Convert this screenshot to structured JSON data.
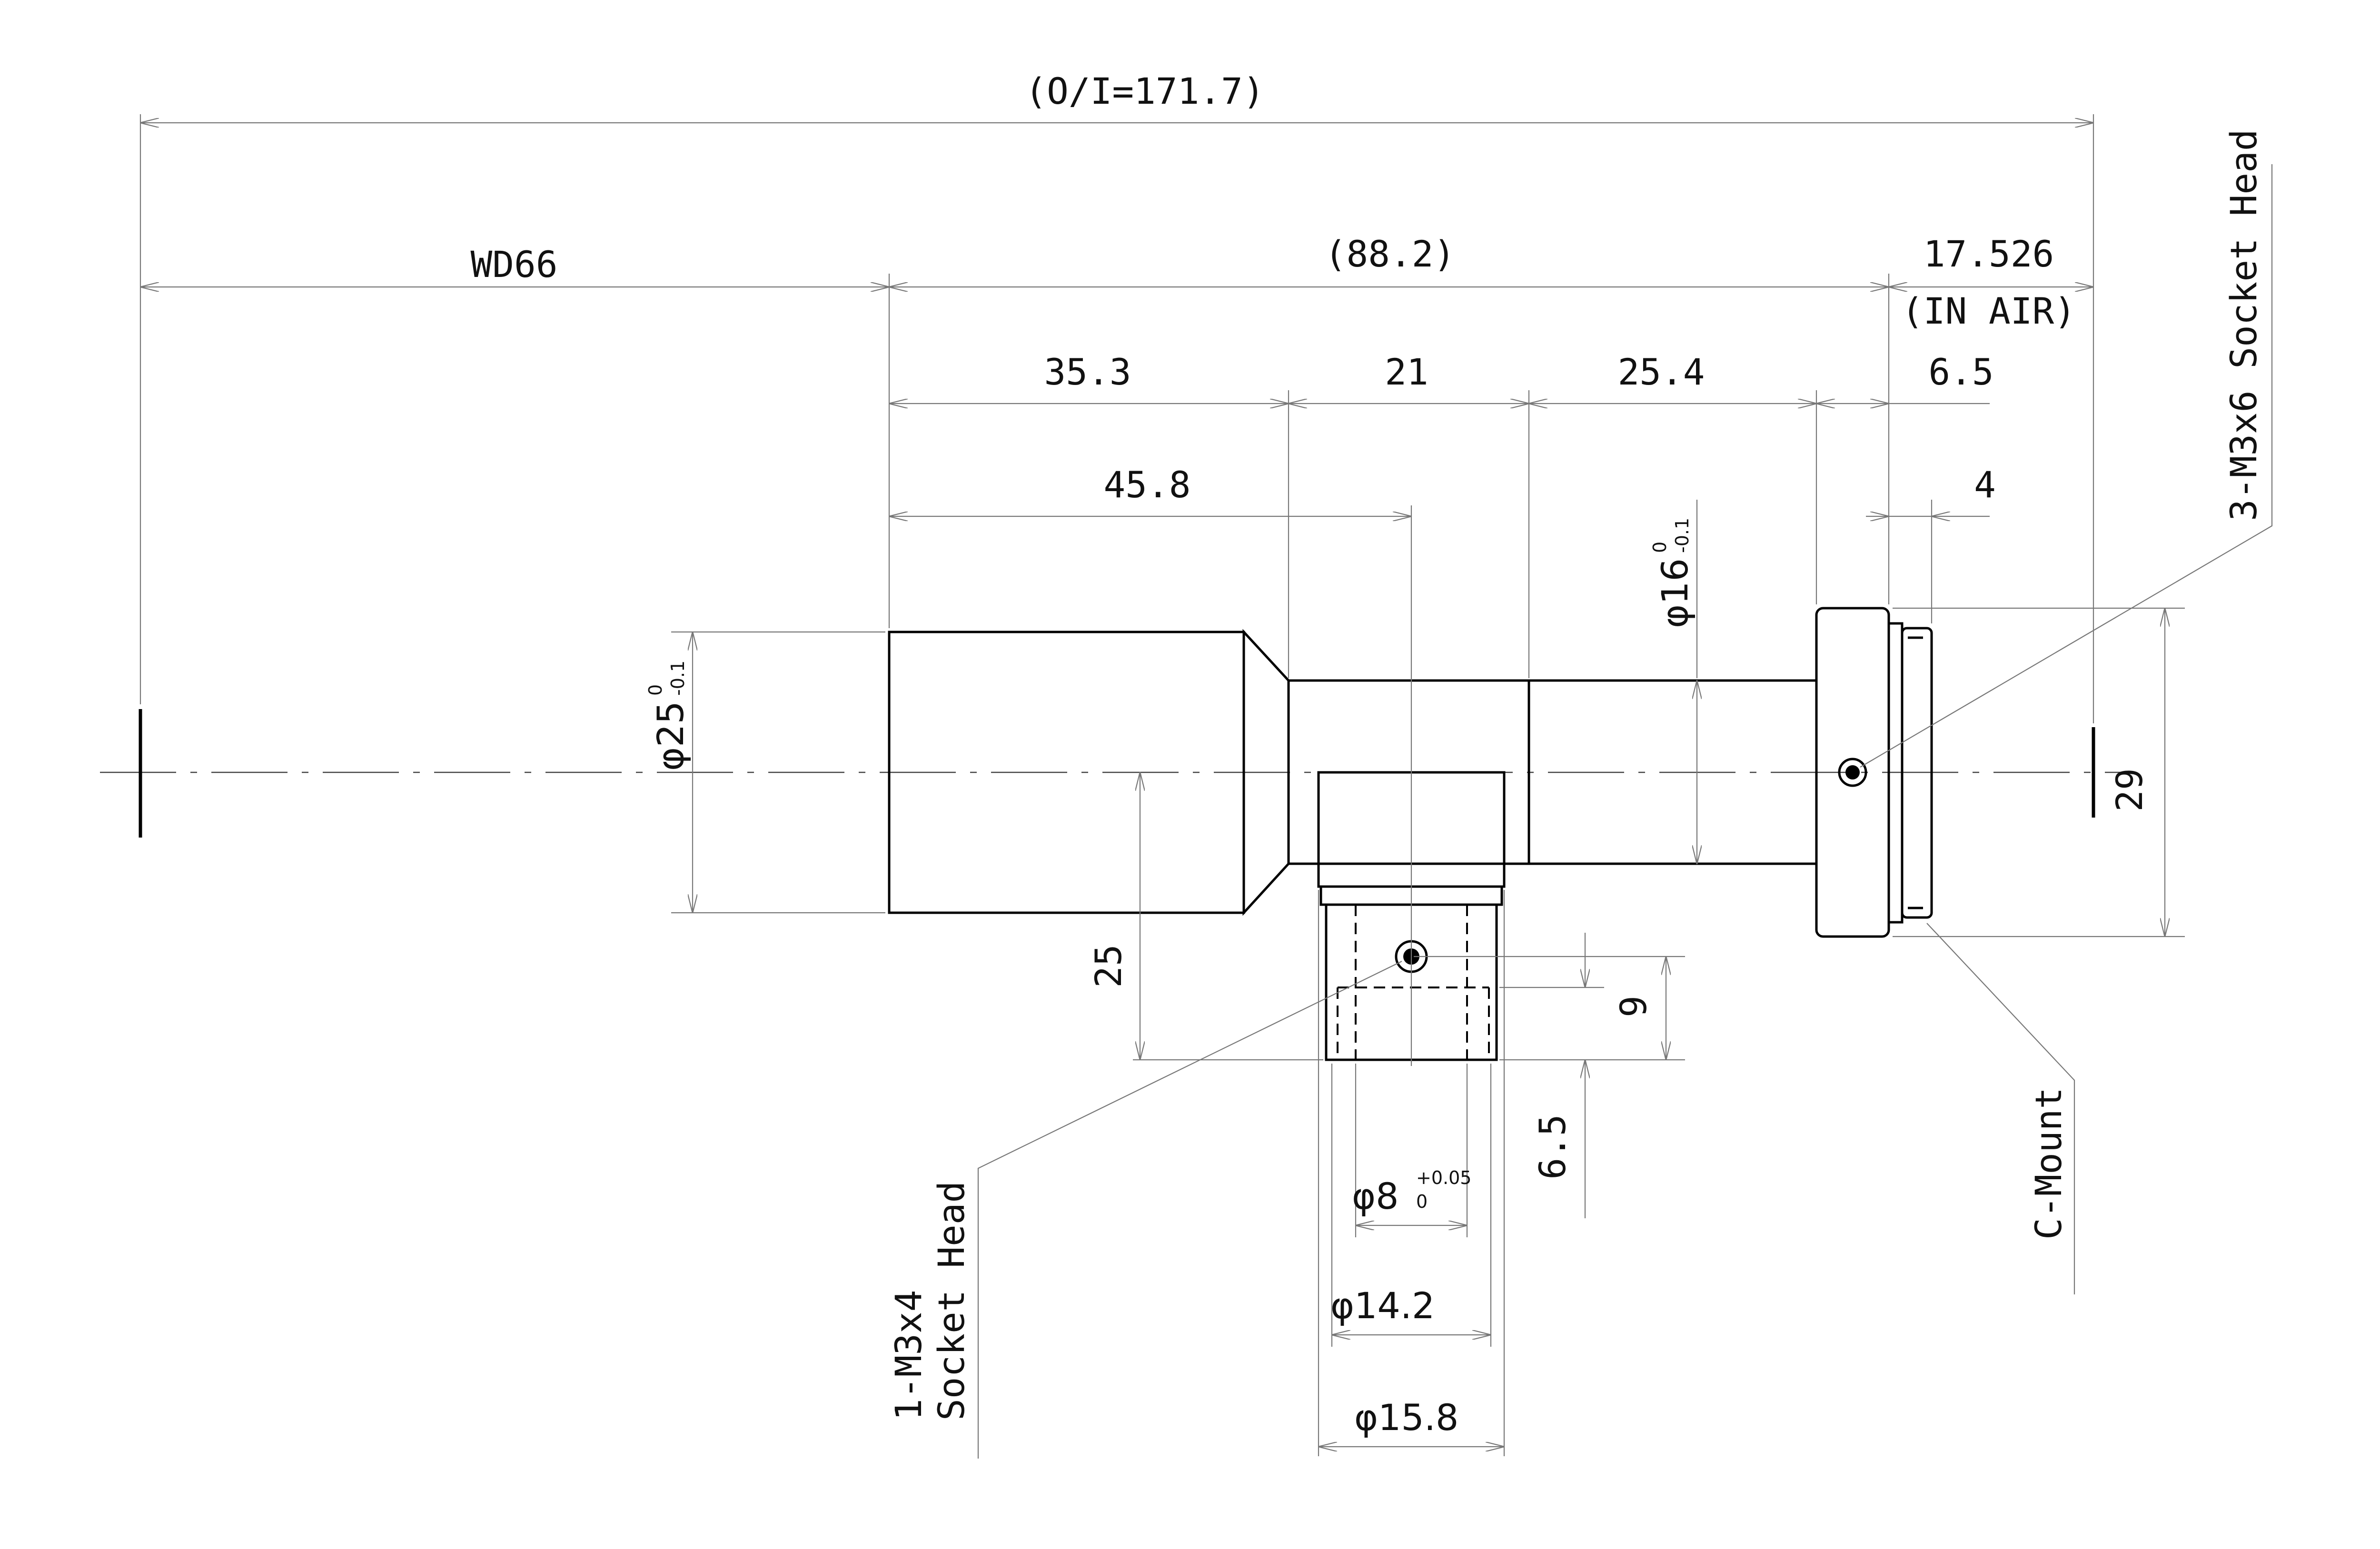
{
  "dimensions": {
    "oi": "(O/I=171.7)",
    "wd": "WD66",
    "d88": "(88.2)",
    "d17526": "17.526",
    "in_air": "(IN AIR)",
    "d353": "35.3",
    "d21": "21",
    "d254": "25.4",
    "d65_top": "6.5",
    "d458": "45.8",
    "d4": "4",
    "d16": "φ16",
    "d16_up": "0",
    "d16_lo": "-0.1",
    "d25_dia": "φ25",
    "d25_up": "0",
    "d25_lo": "-0.1",
    "d29": "29",
    "d25": "25",
    "d9": "9",
    "d65_side": "6.5",
    "d8": "φ8",
    "d8_up": "+0.05",
    "d8_lo": "0",
    "d142": "φ14.2",
    "d158": "φ15.8"
  },
  "callouts": {
    "socket_3": "3-M3x6 Socket Head",
    "socket_1_line1": "1-M3x4",
    "socket_1_line2": "Socket Head",
    "c_mount": "C-Mount"
  }
}
